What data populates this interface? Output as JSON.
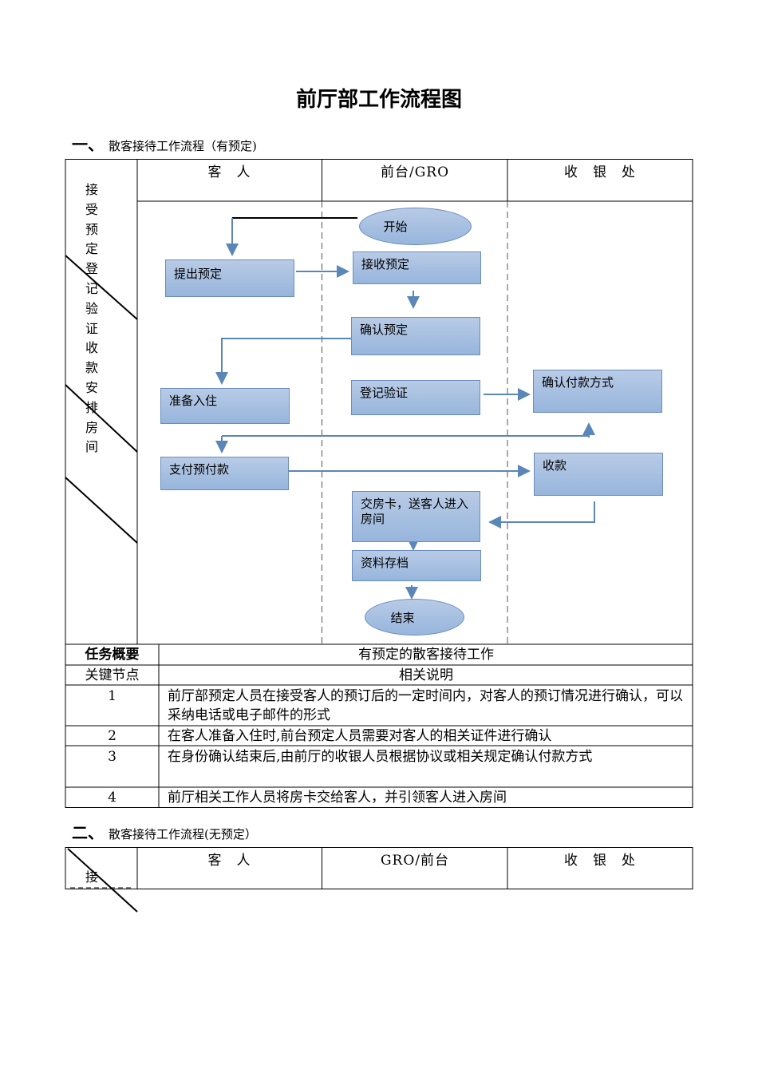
{
  "title": "前厅部工作流程图",
  "section1": {
    "num": "一、",
    "label": "散客接待工作流程（有预定)"
  },
  "section2": {
    "num": "二、",
    "label": "散客接待工作流程(无预定）"
  },
  "table1": {
    "side_label": "接受预定登记验证收款安排房间",
    "col_headers": [
      "客　人",
      "前台/GRO",
      "收　银　处"
    ]
  },
  "flow": {
    "start": "开始",
    "end": "结束",
    "boxes": {
      "raise_booking": "提出预定",
      "receive_booking": "接收预定",
      "confirm_booking": "确认预定",
      "prepare_checkin": "准备入住",
      "register_verify": "登记验证",
      "confirm_payment": "确认付款方式",
      "pay_deposit": "支付预付款",
      "collect_payment": "收款",
      "hand_card": "交房卡，送客人进入房间",
      "archive": "资料存档"
    }
  },
  "summary": {
    "task_label": "任务概要",
    "task_value": "有预定的散客接待工作",
    "key_label": "关键节点",
    "desc_label": "相关说明",
    "rows": [
      {
        "num": "1",
        "text": "前厅部预定人员在接受客人的预订后的一定时间内，对客人的预订情况进行确认，可以采纳电话或电子邮件的形式"
      },
      {
        "num": "2",
        "text": "在客人准备入住时,前台预定人员需要对客人的相关证件进行确认"
      },
      {
        "num": "3",
        "text": "在身份确认结束后,由前厅的收银人员根据协议或相关规定确认付款方式"
      },
      {
        "num": "4",
        "text": "前厅相关工作人员将房卡交给客人，并引领客人进入房间"
      }
    ]
  },
  "table2": {
    "side_label": "接",
    "col_headers": [
      "客　人",
      "GRO/前台",
      "收　银　处"
    ]
  },
  "colors": {
    "box_fill": "#a7c0e2",
    "box_border": "#6a8cbf",
    "arrow": "#5b86b8",
    "border": "#000000"
  }
}
